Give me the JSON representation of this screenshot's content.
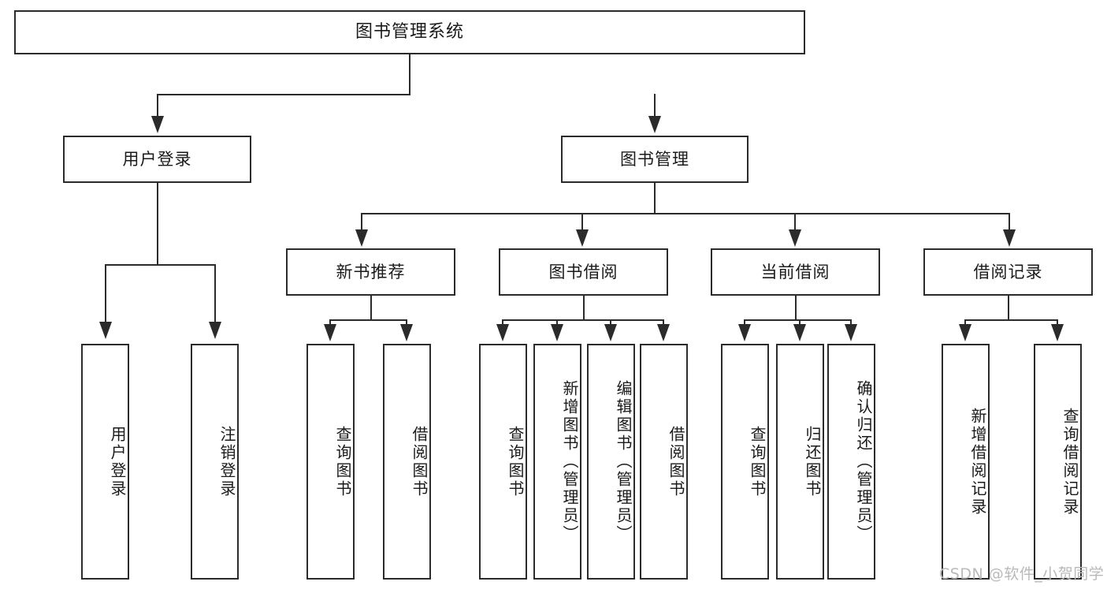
{
  "diagram": {
    "type": "tree-hierarchy",
    "title": "图书管理系统",
    "watermark": "CSDN @软件_小贺同学",
    "levels": {
      "root": "图书管理系统",
      "level1": [
        "用户登录",
        "图书管理"
      ],
      "level2": [
        "新书推荐",
        "图书借阅",
        "当前借阅",
        "借阅记录"
      ]
    }
  },
  "nodes": {
    "root": {
      "label": "图书管理系统"
    },
    "user_login": {
      "label": "用户登录"
    },
    "book_mgmt": {
      "label": "图书管理"
    },
    "new_book_rec": {
      "label": "新书推荐"
    },
    "book_borrow": {
      "label": "图书借阅"
    },
    "current_borrow": {
      "label": "当前借阅"
    },
    "borrow_record": {
      "label": "借阅记录"
    },
    "leaf_user_login": {
      "label": "用户登录"
    },
    "leaf_logout_login": {
      "label": "注销登录"
    },
    "leaf_query_book_1": {
      "label": "查询图书"
    },
    "leaf_borrow_book_1": {
      "label": "借阅图书"
    },
    "leaf_query_book_2": {
      "label": "查询图书"
    },
    "leaf_add_book_admin": {
      "label": "新增图书（管理员）"
    },
    "leaf_edit_book_admin": {
      "label": "编辑图书（管理员）"
    },
    "leaf_borrow_book_2": {
      "label": "借阅图书"
    },
    "leaf_query_book_3": {
      "label": "查询图书"
    },
    "leaf_return_book": {
      "label": "归还图书"
    },
    "leaf_confirm_return_admin": {
      "label": "确认归还（管理员）"
    },
    "leaf_add_record": {
      "label": "新增借阅记录"
    },
    "leaf_query_record": {
      "label": "查询借阅记录"
    }
  },
  "edges": [
    {
      "from": "root",
      "to": "user_login"
    },
    {
      "from": "root",
      "to": "book_mgmt"
    },
    {
      "from": "user_login",
      "to": "leaf_user_login"
    },
    {
      "from": "user_login",
      "to": "leaf_logout_login"
    },
    {
      "from": "book_mgmt",
      "to": "new_book_rec"
    },
    {
      "from": "book_mgmt",
      "to": "book_borrow"
    },
    {
      "from": "book_mgmt",
      "to": "current_borrow"
    },
    {
      "from": "book_mgmt",
      "to": "borrow_record"
    },
    {
      "from": "new_book_rec",
      "to": "leaf_query_book_1"
    },
    {
      "from": "new_book_rec",
      "to": "leaf_borrow_book_1"
    },
    {
      "from": "book_borrow",
      "to": "leaf_query_book_2"
    },
    {
      "from": "book_borrow",
      "to": "leaf_add_book_admin"
    },
    {
      "from": "book_borrow",
      "to": "leaf_edit_book_admin"
    },
    {
      "from": "book_borrow",
      "to": "leaf_borrow_book_2"
    },
    {
      "from": "current_borrow",
      "to": "leaf_query_book_3"
    },
    {
      "from": "current_borrow",
      "to": "leaf_return_book"
    },
    {
      "from": "current_borrow",
      "to": "leaf_confirm_return_admin"
    },
    {
      "from": "borrow_record",
      "to": "leaf_add_record"
    },
    {
      "from": "borrow_record",
      "to": "leaf_query_record"
    }
  ],
  "colors": {
    "stroke": "#2b2b2b",
    "fill": "#ffffff",
    "text": "#1a1a1a",
    "watermark": "#b9b9b9"
  }
}
